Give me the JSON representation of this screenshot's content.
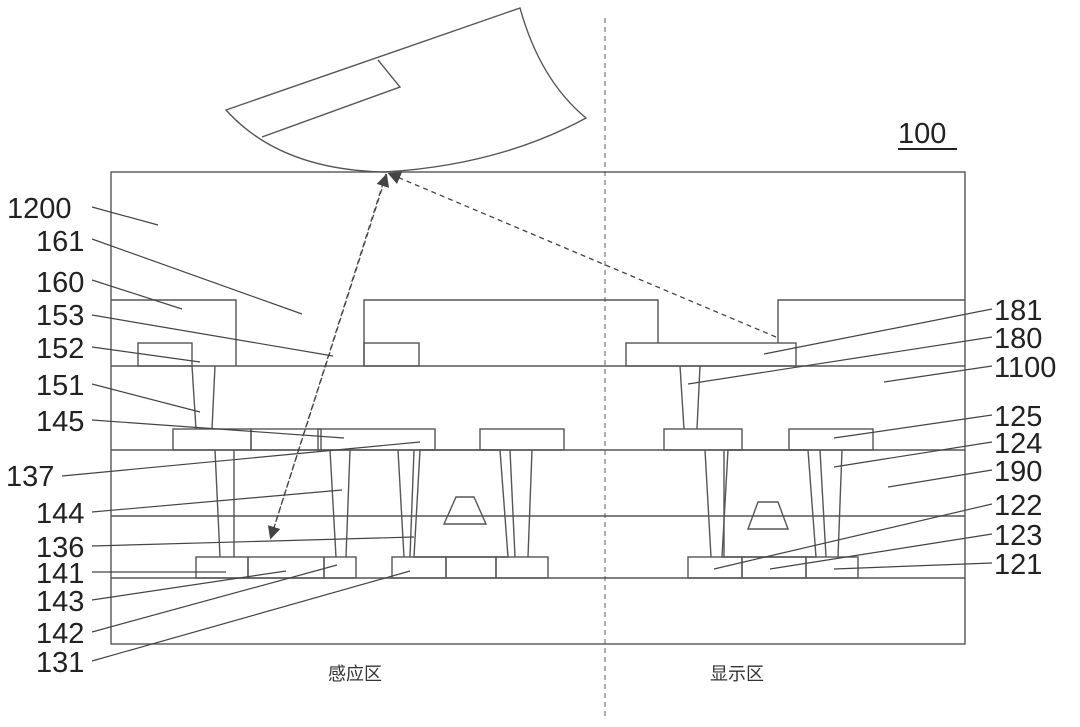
{
  "figure_id": "100",
  "regions": {
    "sensing": "感应区",
    "display": "显示区"
  },
  "labels_left": [
    {
      "key": "l1200",
      "text": "1200"
    },
    {
      "key": "l161",
      "text": "161"
    },
    {
      "key": "l160",
      "text": "160"
    },
    {
      "key": "l153",
      "text": "153"
    },
    {
      "key": "l152",
      "text": "152"
    },
    {
      "key": "l151",
      "text": "151"
    },
    {
      "key": "l145",
      "text": "145"
    },
    {
      "key": "l137",
      "text": "137"
    },
    {
      "key": "l144",
      "text": "144"
    },
    {
      "key": "l136",
      "text": "136"
    },
    {
      "key": "l141",
      "text": "141"
    },
    {
      "key": "l143",
      "text": "143"
    },
    {
      "key": "l142",
      "text": "142"
    },
    {
      "key": "l131",
      "text": "131"
    }
  ],
  "labels_right": [
    {
      "key": "l181",
      "text": "181"
    },
    {
      "key": "l180",
      "text": "180"
    },
    {
      "key": "l1100",
      "text": "1100"
    },
    {
      "key": "l125",
      "text": "125"
    },
    {
      "key": "l124",
      "text": "124"
    },
    {
      "key": "l190",
      "text": "190"
    },
    {
      "key": "l122",
      "text": "122"
    },
    {
      "key": "l123",
      "text": "123"
    },
    {
      "key": "l121",
      "text": "121"
    }
  ]
}
